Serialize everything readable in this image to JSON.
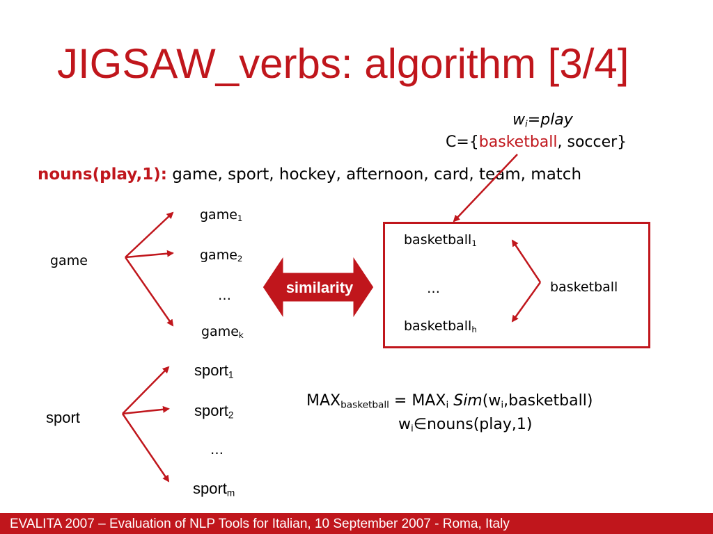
{
  "title": "JIGSAW_verbs: algorithm [3/4]",
  "target": {
    "w": "w",
    "i": "i",
    "eq": "=play"
  },
  "context": {
    "prefix": "C={",
    "highlight": "basketball",
    "rest": ", soccer}"
  },
  "nouns": {
    "label": "nouns(play,1):",
    "list": " game, sport, hockey, afternoon, card, team, match"
  },
  "game_tree": {
    "root": "game",
    "senses": [
      {
        "base": "game",
        "sub": "1"
      },
      {
        "base": "game",
        "sub": "2"
      },
      {
        "base": "…",
        "sub": ""
      },
      {
        "base": "game",
        "sub": "k"
      }
    ]
  },
  "sport_tree": {
    "root": "sport",
    "senses": [
      {
        "base": "sport",
        "sub": "1"
      },
      {
        "base": "sport",
        "sub": "2"
      },
      {
        "base": "…",
        "sub": ""
      },
      {
        "base": "sport",
        "sub": "m"
      }
    ]
  },
  "similarity_label": "similarity",
  "basketball_box": {
    "senses": [
      {
        "base": "basketball",
        "sub": "1"
      },
      {
        "base": "…",
        "sub": ""
      },
      {
        "base": "basketball",
        "sub": "h"
      }
    ],
    "root": "basketball"
  },
  "formula": {
    "max1": "MAX",
    "max1_sub": "basketball",
    "eq": " = MAX",
    "max2_sub": "i",
    "sim": "Sim",
    "args_pre": "(w",
    "args_sub": "i",
    "args_post": ",basketball)",
    "cond_w": "w",
    "cond_sub": "i",
    "cond_rest": "∈nouns(play,1)"
  },
  "footer": "EVALITA 2007 – Evaluation of NLP Tools for Italian, 10 September 2007 - Roma, Italy",
  "colors": {
    "accent": "#c0161c",
    "text": "#000000",
    "background": "#ffffff"
  }
}
